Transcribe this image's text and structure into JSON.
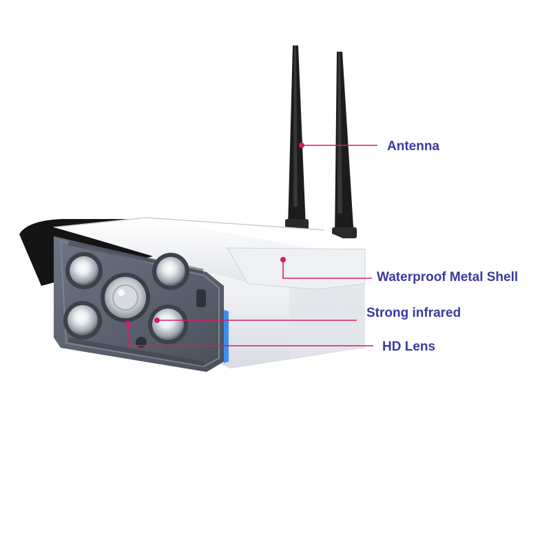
{
  "colors": {
    "label_text": "#3a3aa0",
    "leader_line": "#d81b6a",
    "housing": "#f2f3f6",
    "front_plate": "#5c6370",
    "accent_stripe": "#3a8ff0",
    "antenna": "#1c1c1c"
  },
  "icons": {
    "camera": "bullet-camera-icon"
  },
  "callouts": {
    "antenna": "Antenna",
    "shell": "Waterproof Metal Shell",
    "infrared": "Strong infrared",
    "lens": "HD Lens"
  }
}
